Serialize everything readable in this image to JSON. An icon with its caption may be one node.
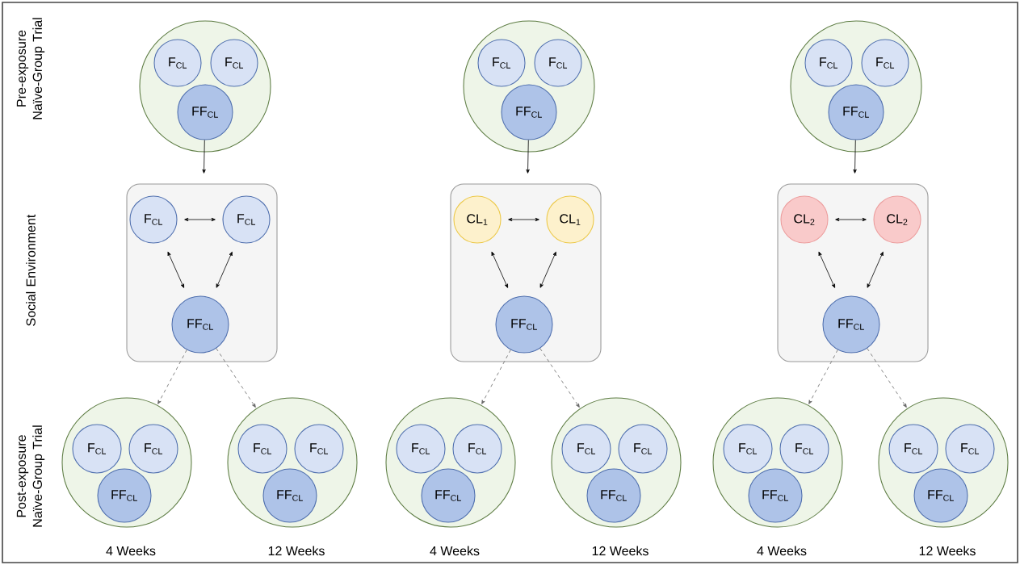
{
  "diagram": {
    "nodes": [
      {
        "text": [],
        "shape": "circle"
      },
      {
        "text": [
          "F$_{CL}$"
        ],
        "in": 0
      },
      {
        "text": [
          "F$_{CL}$"
        ],
        "in": 0
      },
      {
        "text": [
          "FF$_{CL}$"
        ],
        "in": 0
      },
      {
        "text": [],
        "shape": "box"
      },
      {
        "text": [
          "F$_{CL}$"
        ],
        "in": 4
      },
      {
        "text": [
          "F$_{CL}$"
        ],
        "in": 4
      },
      {
        "text": [
          "FF$_{CL}$"
        ],
        "in": 4
      },
      {
        "text": [],
        "shape": "circle",
        "beside": [
          "4 Weeks"
        ]
      },
      {
        "text": [
          "F$_{CL}$"
        ],
        "in": 8
      },
      {
        "text": [
          "F$_{CL}$"
        ],
        "in": 8
      },
      {
        "text": [
          "FF$_{CL}$"
        ],
        "in": 8
      },
      {
        "text": [],
        "shape": "circle",
        "beside": [
          "12 Weeks"
        ]
      },
      {
        "text": [
          "F$_{CL}$"
        ],
        "in": 12
      },
      {
        "text": [
          "F$_{CL}$"
        ],
        "in": 12
      },
      {
        "text": [
          "FF$_{CL}$"
        ],
        "in": 12
      },
      {
        "text": [],
        "shape": "circle"
      },
      {
        "text": [
          "F$_{CL}$"
        ],
        "in": 16
      },
      {
        "text": [
          "F$_{CL}$"
        ],
        "in": 16
      },
      {
        "text": [
          "FF$_{CL}$"
        ],
        "in": 16
      },
      {
        "text": [],
        "shape": "box"
      },
      {
        "text": [
          "CL$_{1}$"
        ],
        "in": 20
      },
      {
        "text": [
          "CL$_{1}$"
        ],
        "in": 20
      },
      {
        "text": [
          "FF$_{CL}$"
        ],
        "in": 20
      },
      {
        "text": [],
        "shape": "circle",
        "beside": [
          "4 Weeks"
        ]
      },
      {
        "text": [
          "F$_{CL}$"
        ],
        "in": 24
      },
      {
        "text": [
          "F$_{CL}$"
        ],
        "in": 24
      },
      {
        "text": [
          "FF$_{CL}$"
        ],
        "in": 24
      },
      {
        "text": [],
        "shape": "circle",
        "beside": [
          "12 Weeks"
        ]
      },
      {
        "text": [
          "F$_{CL}$"
        ],
        "in": 28
      },
      {
        "text": [
          "F$_{CL}$"
        ],
        "in": 28
      },
      {
        "text": [
          "FF$_{CL}$"
        ],
        "in": 28
      },
      {
        "text": [],
        "shape": "circle"
      },
      {
        "text": [
          "F$_{CL}$"
        ],
        "in": 32
      },
      {
        "text": [
          "F$_{CL}$"
        ],
        "in": 32
      },
      {
        "text": [
          "FF$_{CL}$"
        ],
        "in": 32
      },
      {
        "text": [],
        "shape": "box"
      },
      {
        "text": [
          "CL$_{2}$"
        ],
        "in": 36
      },
      {
        "text": [
          "CL$_{2}$"
        ],
        "in": 36
      },
      {
        "text": [
          "FF$_{CL}$"
        ],
        "in": 36
      },
      {
        "text": [],
        "shape": "circle",
        "beside": [
          "4 Weeks"
        ]
      },
      {
        "text": [
          "F$_{CL}$"
        ],
        "in": 40
      },
      {
        "text": [
          "F$_{CL}$"
        ],
        "in": 40
      },
      {
        "text": [
          "FF$_{CL}$"
        ],
        "in": 40
      },
      {
        "text": [],
        "shape": "circle",
        "beside": [
          "12 Weeks"
        ]
      },
      {
        "text": [
          "F$_{CL}$"
        ],
        "in": 44
      },
      {
        "text": [
          "F$_{CL}$"
        ],
        "in": 44
      },
      {
        "text": [
          "FF$_{CL}$"
        ],
        "in": 44
      }
    ],
    "edges": [
      {
        "from": 3,
        "to": 4,
        "arrow": "to"
      },
      {
        "from": 5,
        "to": 6,
        "arrow": "both"
      },
      {
        "from": 5,
        "to": 7,
        "arrow": "both"
      },
      {
        "from": 6,
        "to": 7,
        "arrow": "both"
      },
      {
        "from": 7,
        "to": 8,
        "arrow": "to",
        "style": "dashed",
        "color": "#666666"
      },
      {
        "from": 7,
        "to": 12,
        "arrow": "to",
        "style": "dashed",
        "color": "#666666"
      },
      {
        "from": 19,
        "to": 20,
        "arrow": "to"
      },
      {
        "from": 21,
        "to": 22,
        "arrow": "both"
      },
      {
        "from": 21,
        "to": 23,
        "arrow": "both"
      },
      {
        "from": 22,
        "to": 23,
        "arrow": "both"
      },
      {
        "from": 23,
        "to": 24,
        "arrow": "to",
        "style": "dashed",
        "color": "#666666"
      },
      {
        "from": 23,
        "to": 28,
        "arrow": "to",
        "style": "dashed",
        "color": "#666666"
      },
      {
        "from": 35,
        "to": 36,
        "arrow": "to"
      },
      {
        "from": 37,
        "to": 38,
        "arrow": "both"
      },
      {
        "from": 37,
        "to": 39,
        "arrow": "both"
      },
      {
        "from": 38,
        "to": 39,
        "arrow": "both"
      },
      {
        "from": 39,
        "to": 40,
        "arrow": "to",
        "style": "dashed",
        "color": "#666666"
      },
      {
        "from": 39,
        "to": 44,
        "arrow": "to",
        "style": "dashed",
        "color": "#666666"
      }
    ],
    "labels": [
      "Pre-exposure Naïve-Group Trial",
      "Social Environment",
      "Post-exposure Naïve-Group Trial"
    ]
  }
}
